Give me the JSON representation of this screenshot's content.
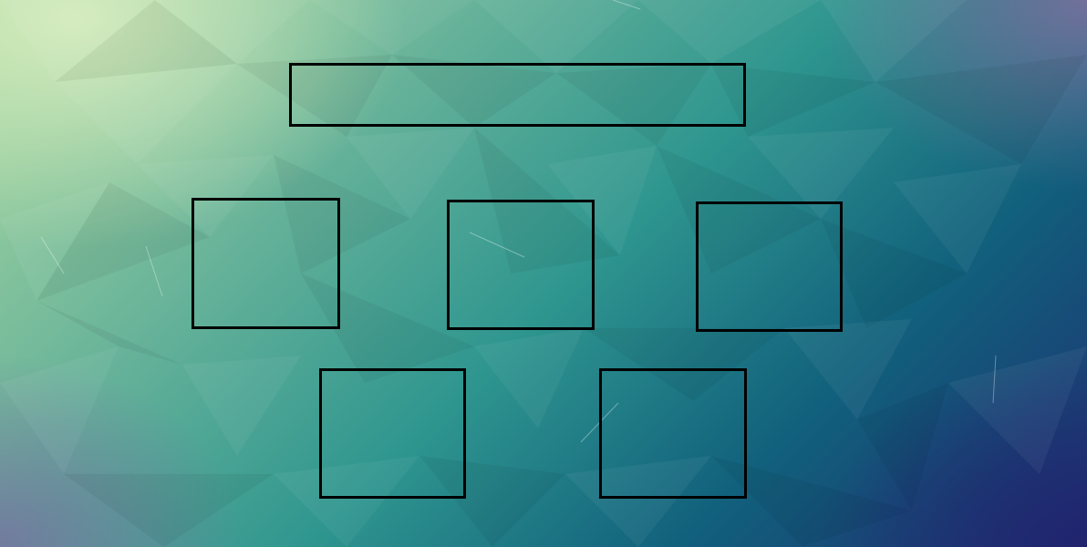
{
  "background": {
    "style": "low-poly gradient",
    "colors": [
      "#d4ecbe",
      "#6ab49a",
      "#2f968f",
      "#11607c",
      "#1f2f72",
      "#8070a0"
    ]
  },
  "frames": {
    "border_color": "#000000",
    "items": [
      {
        "name": "title-bar-frame",
        "label": ""
      },
      {
        "name": "box-top-left",
        "label": ""
      },
      {
        "name": "box-top-center",
        "label": ""
      },
      {
        "name": "box-top-right",
        "label": ""
      },
      {
        "name": "box-bottom-left",
        "label": ""
      },
      {
        "name": "box-bottom-right",
        "label": ""
      }
    ]
  }
}
